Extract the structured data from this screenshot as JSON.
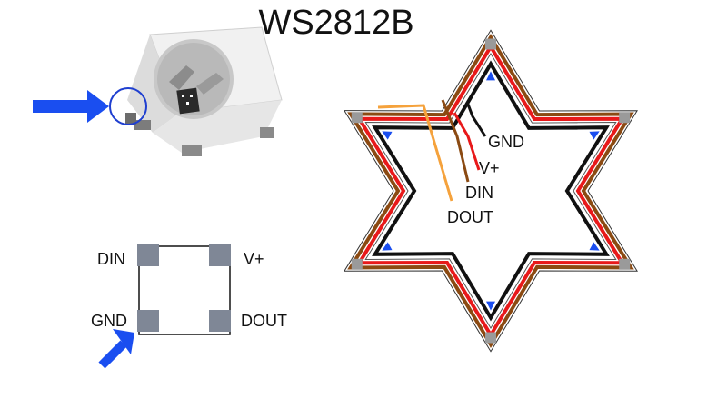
{
  "title": "WS2812B",
  "pinout": {
    "din": "DIN",
    "vplus": "V+",
    "gnd": "GND",
    "dout": "DOUT"
  },
  "wire_labels": {
    "gnd": "GND",
    "vplus": "V+",
    "din": "DIN",
    "dout": "DOUT"
  },
  "colors": {
    "gnd_wire": "#111111",
    "vplus_wire": "#e8191a",
    "din_wire": "#8b4a12",
    "dout_wire": "#f5a23c",
    "arrow": "#1a4ef0",
    "pad": "#7f8796"
  }
}
